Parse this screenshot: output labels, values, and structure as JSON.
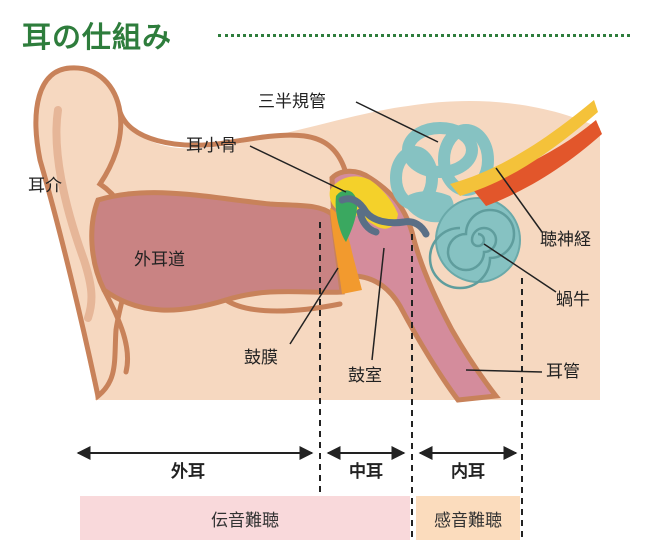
{
  "title": "耳の仕組み",
  "labels": {
    "pinna": "耳介",
    "canal": "外耳道",
    "ossicles": "耳小骨",
    "canals": "三半規管",
    "nerve": "聴神経",
    "cochlea": "蝸牛",
    "eardrum": "鼓膜",
    "tympanic": "鼓室",
    "tube": "耳管"
  },
  "sections": {
    "outer": "外耳",
    "middle": "中耳",
    "inner": "内耳"
  },
  "hearing_loss": {
    "conductive": "伝音難聴",
    "sensorineural": "感音難聴"
  },
  "colors": {
    "title": "#2e7d3c",
    "skin": "#f6d8c0",
    "outline": "#c8825a",
    "canal": "#c98383",
    "cavity": "#d48c9c",
    "eardrum": "#f29a2e",
    "ossicle_yellow": "#f4d12a",
    "ossicle_green": "#3aa860",
    "ossicle_blue": "#5a6f86",
    "labyrinth": "#86c2c2",
    "nerve_red": "#e2562b",
    "nerve_yellow": "#f4c23a",
    "band_conductive": "#f9d9db",
    "band_sensorineural": "#fbdcbd"
  }
}
